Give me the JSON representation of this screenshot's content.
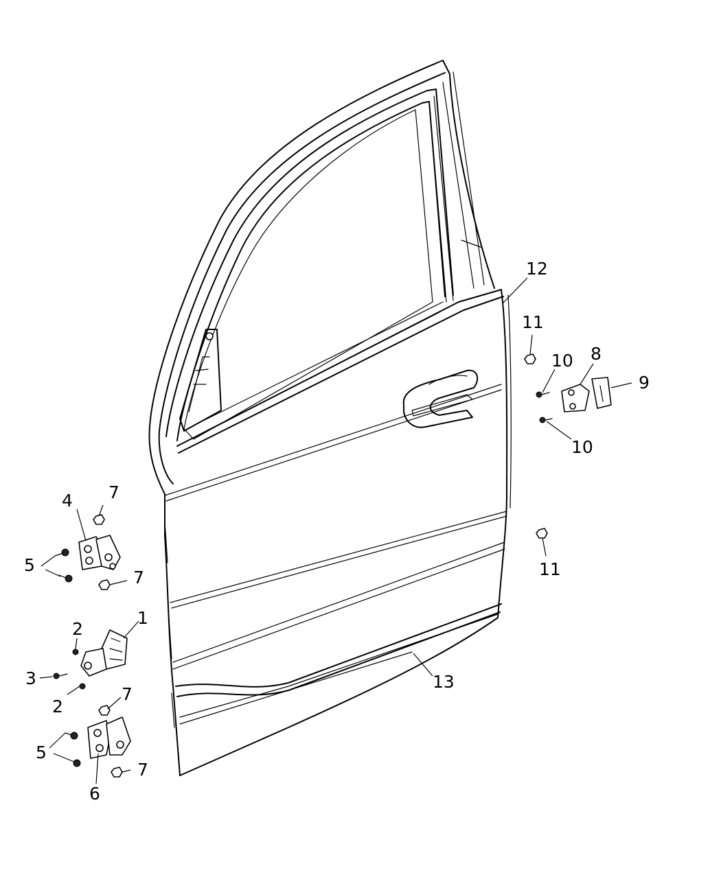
{
  "callouts": [
    {
      "id": "c1",
      "text": "1"
    },
    {
      "id": "c2a",
      "text": "2"
    },
    {
      "id": "c2b",
      "text": "2"
    },
    {
      "id": "c3",
      "text": "3"
    },
    {
      "id": "c4",
      "text": "4"
    },
    {
      "id": "c5a",
      "text": "5"
    },
    {
      "id": "c5b",
      "text": "5"
    },
    {
      "id": "c6",
      "text": "6"
    },
    {
      "id": "c7a",
      "text": "7"
    },
    {
      "id": "c7b",
      "text": "7"
    },
    {
      "id": "c7c",
      "text": "7"
    },
    {
      "id": "c7d",
      "text": "7"
    },
    {
      "id": "c8",
      "text": "8"
    },
    {
      "id": "c9",
      "text": "9"
    },
    {
      "id": "c10a",
      "text": "10"
    },
    {
      "id": "c10b",
      "text": "10"
    },
    {
      "id": "c11a",
      "text": "11"
    },
    {
      "id": "c11b",
      "text": "11"
    },
    {
      "id": "c12",
      "text": "12"
    },
    {
      "id": "c13",
      "text": "13"
    }
  ]
}
